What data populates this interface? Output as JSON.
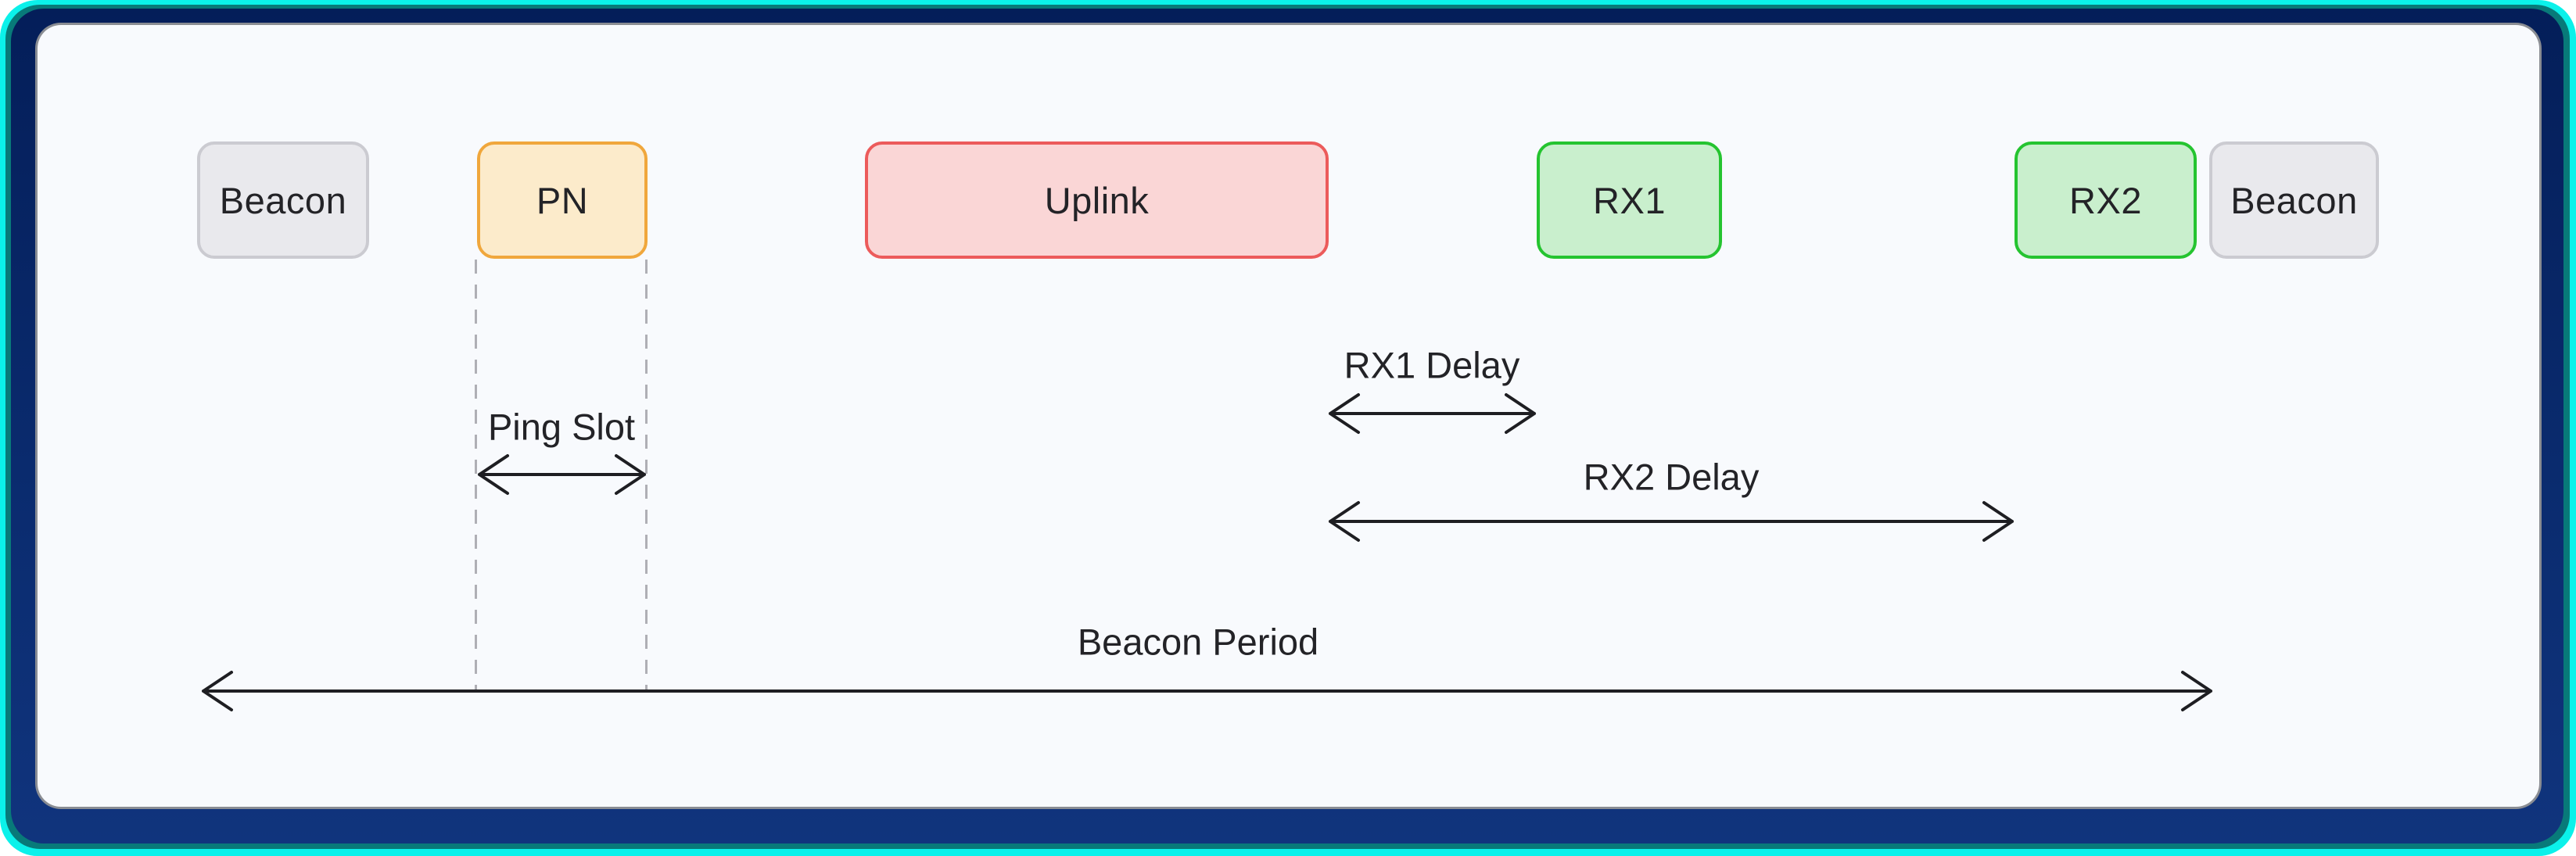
{
  "diagram": {
    "title_hint": "LoRaWAN Class B beacon timing diagram",
    "boxes": [
      {
        "id": "beacon-1",
        "label": "Beacon",
        "fill": "#E9E9ED",
        "border": "#CBCBD1"
      },
      {
        "id": "pn",
        "label": "PN",
        "fill": "#FCEBCB",
        "border": "#F0A73C"
      },
      {
        "id": "uplink",
        "label": "Uplink",
        "fill": "#FAD6D6",
        "border": "#EC5B5B"
      },
      {
        "id": "rx1",
        "label": "RX1",
        "fill": "#C9EFCD",
        "border": "#25C430"
      },
      {
        "id": "rx2",
        "label": "RX2",
        "fill": "#C9EFCD",
        "border": "#25C430"
      },
      {
        "id": "beacon-2",
        "label": "Beacon",
        "fill": "#E9E9ED",
        "border": "#CBCBD1"
      }
    ],
    "annotations": [
      {
        "id": "ping-slot",
        "label": "Ping Slot"
      },
      {
        "id": "rx1-delay",
        "label": "RX1 Delay"
      },
      {
        "id": "rx2-delay",
        "label": "RX2 Delay"
      },
      {
        "id": "beacon-period",
        "label": "Beacon Period"
      }
    ],
    "colors": {
      "frame_cyan": "#0BF1EA",
      "frame_teal": "#087A79",
      "frame_navy": "#06205F",
      "frame_hairline": "#8A8D93",
      "panel_background": "#F8FAFD",
      "arrow_stroke": "#1E1E22",
      "dashed_guide": "#AFAFB5",
      "text": "#232327"
    }
  }
}
